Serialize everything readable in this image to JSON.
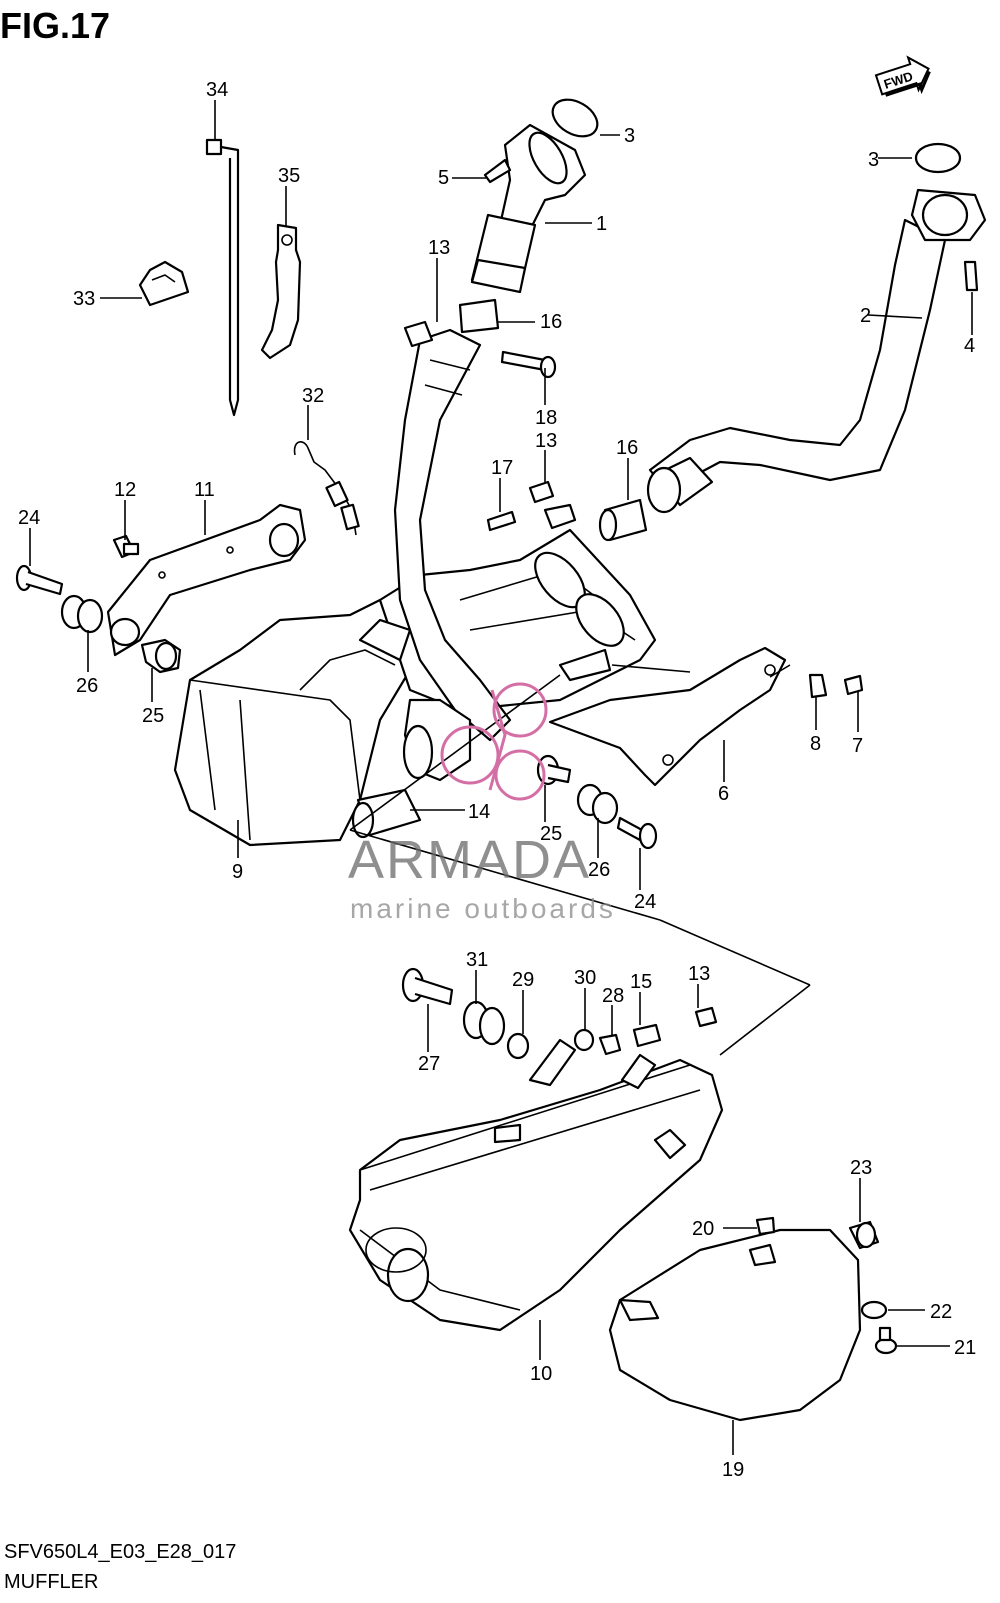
{
  "figure": {
    "title": "FIG.17",
    "fwd_label": "FWD",
    "code": "SFV650L4_E03_E28_017",
    "name": "MUFFLER"
  },
  "watermark": {
    "brand": "ARMADA",
    "tagline": "marine outboards",
    "logo_color": "#d46fa6"
  },
  "callouts": [
    {
      "id": "c34",
      "text": "34"
    },
    {
      "id": "c35",
      "text": "35"
    },
    {
      "id": "c33",
      "text": "33"
    },
    {
      "id": "c32",
      "text": "32"
    },
    {
      "id": "c12",
      "text": "12"
    },
    {
      "id": "c11",
      "text": "11"
    },
    {
      "id": "c24a",
      "text": "24"
    },
    {
      "id": "c26a",
      "text": "26"
    },
    {
      "id": "c25a",
      "text": "25"
    },
    {
      "id": "c9",
      "text": "9"
    },
    {
      "id": "c5",
      "text": "5"
    },
    {
      "id": "c3a",
      "text": "3"
    },
    {
      "id": "c1",
      "text": "1"
    },
    {
      "id": "c13a",
      "text": "13"
    },
    {
      "id": "c16a",
      "text": "16"
    },
    {
      "id": "c18",
      "text": "18"
    },
    {
      "id": "c13b",
      "text": "13"
    },
    {
      "id": "c17",
      "text": "17"
    },
    {
      "id": "c16b",
      "text": "16"
    },
    {
      "id": "c14",
      "text": "14"
    },
    {
      "id": "c25b",
      "text": "25"
    },
    {
      "id": "c26b",
      "text": "26"
    },
    {
      "id": "c24b",
      "text": "24"
    },
    {
      "id": "c3b",
      "text": "3"
    },
    {
      "id": "c2",
      "text": "2"
    },
    {
      "id": "c4",
      "text": "4"
    },
    {
      "id": "c8",
      "text": "8"
    },
    {
      "id": "c7",
      "text": "7"
    },
    {
      "id": "c6",
      "text": "6"
    },
    {
      "id": "c31",
      "text": "31"
    },
    {
      "id": "c29",
      "text": "29"
    },
    {
      "id": "c30",
      "text": "30"
    },
    {
      "id": "c28",
      "text": "28"
    },
    {
      "id": "c15",
      "text": "15"
    },
    {
      "id": "c13c",
      "text": "13"
    },
    {
      "id": "c27",
      "text": "27"
    },
    {
      "id": "c23",
      "text": "23"
    },
    {
      "id": "c20",
      "text": "20"
    },
    {
      "id": "c22",
      "text": "22"
    },
    {
      "id": "c21",
      "text": "21"
    },
    {
      "id": "c10",
      "text": "10"
    },
    {
      "id": "c19",
      "text": "19"
    }
  ]
}
